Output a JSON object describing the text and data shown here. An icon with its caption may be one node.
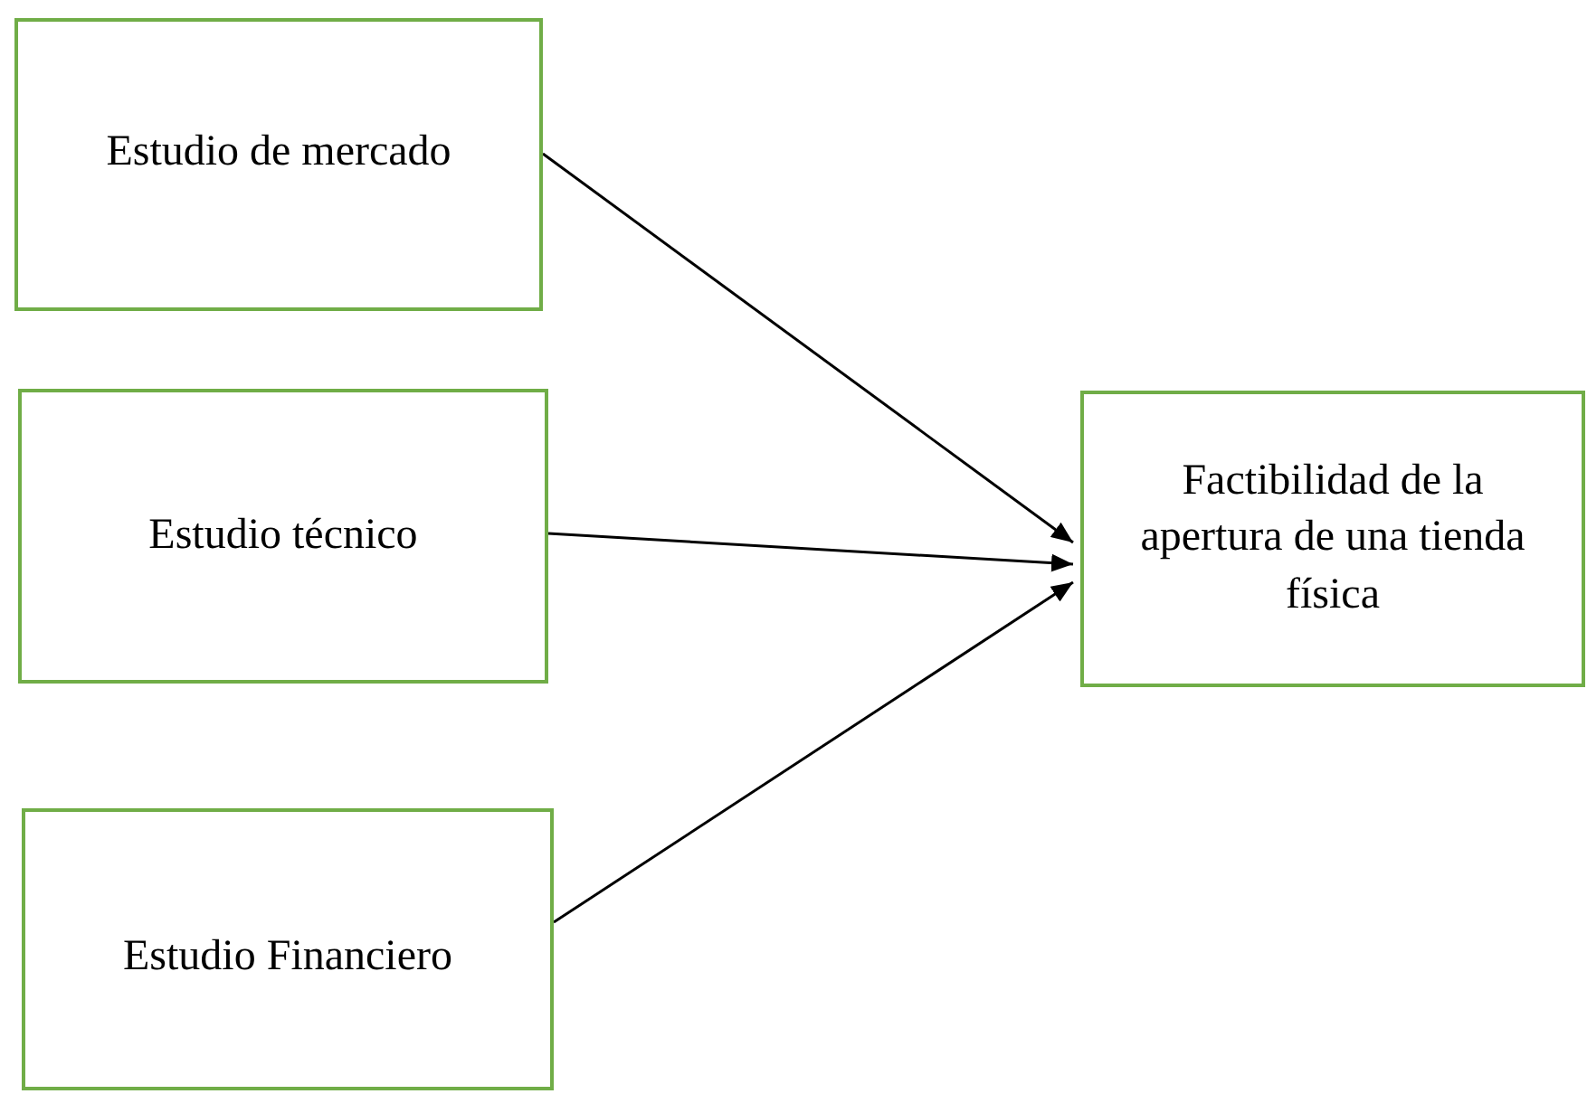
{
  "diagram": {
    "nodes": [
      {
        "text": [
          "Estudio de mercado"
        ]
      },
      {
        "text": [
          "Estudio técnico"
        ]
      },
      {
        "text": [
          "Estudio Financiero"
        ]
      },
      {
        "text": [
          "Factibilidad de la apertura de una tienda física"
        ]
      }
    ],
    "edges": [
      {
        "from": 0,
        "to": 3,
        "arrow": "to"
      },
      {
        "from": 1,
        "to": 3,
        "arrow": "to"
      },
      {
        "from": 2,
        "to": 3,
        "arrow": "to"
      }
    ]
  }
}
